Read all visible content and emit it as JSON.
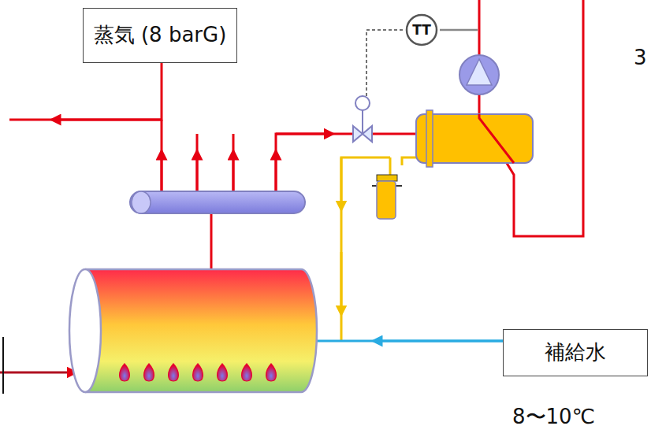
{
  "diagram": {
    "nodes": [
      {
        "text": [
          "蒸気 (8 barG)"
        ]
      },
      {
        "text": [
          "TT"
        ]
      },
      {
        "text": [
          "補給水"
        ]
      }
    ],
    "labels": [
      "3",
      "8〜10℃"
    ]
  }
}
